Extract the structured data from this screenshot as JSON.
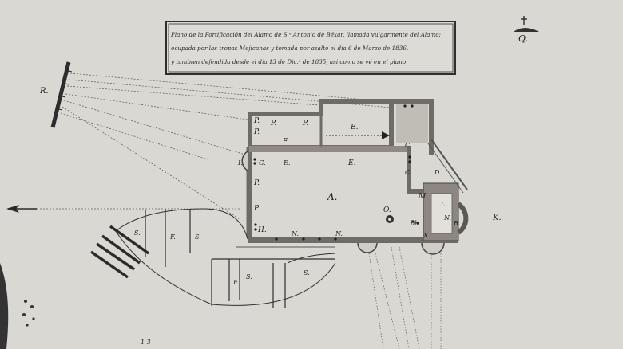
{
  "title_cartouche": {
    "lines": [
      "Plano de la Fortificación del Alamo de S.ⁿ Antonio de Béxar, llamada vulgarmente del Alamo:",
      "ocupada por las tropas Mejicanas y tomada por asalto el día 6 de Marzo de 1836,",
      "y tambien defendida desde el día 13 de Dic.ᵉ de 1835, asi como se vé en el plano"
    ]
  },
  "labels": {
    "A": "A.",
    "B": "B.",
    "C": "C.",
    "D": "D.",
    "E": "E.",
    "F": "F.",
    "H": "H.",
    "K": "K.",
    "L": "L.",
    "M": "M.",
    "N": "N.",
    "O": "O.",
    "P": "P.",
    "Q": "Q.",
    "R": "R.",
    "S": "S.",
    "X": "X.",
    "G": "G.",
    "I": "I.",
    "bb": "bb."
  },
  "colors": {
    "paper": "#d9d8d3",
    "ink": "#2b2b2b",
    "wall": "#6f6c66",
    "wall_light": "#9a968f",
    "hatch": "#3a3a3a"
  },
  "icons": {
    "compass_marker": "cross-on-mound-icon",
    "arrow": "left-arrow-icon"
  }
}
